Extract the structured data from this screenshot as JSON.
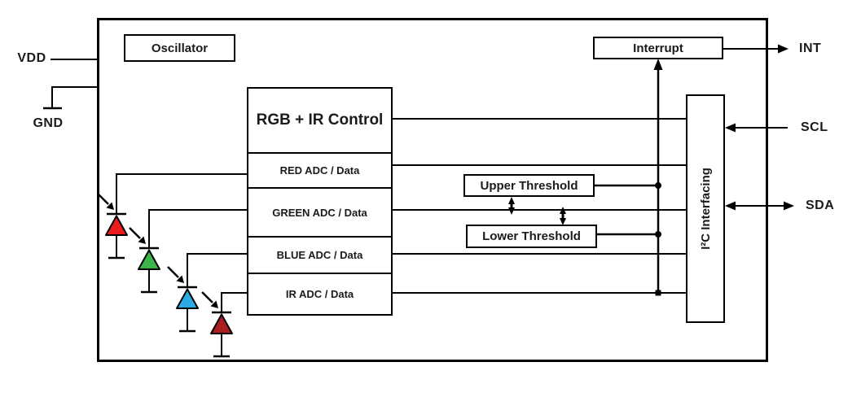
{
  "diagram": {
    "pins": {
      "vdd": "VDD",
      "gnd": "GND",
      "int": "INT",
      "scl": "SCL",
      "sda": "SDA"
    },
    "blocks": {
      "oscillator": "Oscillator",
      "control": "RGB + IR Control",
      "adc_rows": [
        "RED ADC / Data",
        "GREEN ADC / Data",
        "BLUE ADC / Data",
        "IR ADC / Data"
      ],
      "upper_threshold": "Upper Threshold",
      "lower_threshold": "Lower Threshold",
      "interrupt": "Interrupt",
      "i2c": "I²C Interfacing"
    },
    "photodiodes": [
      {
        "name": "red-photodiode",
        "color": "#ed1c1c"
      },
      {
        "name": "green-photodiode",
        "color": "#3bb44a"
      },
      {
        "name": "blue-photodiode",
        "color": "#2babe3"
      },
      {
        "name": "ir-photodiode",
        "color": "#aa1e20"
      }
    ],
    "colors": {
      "wire": "#000000",
      "text": "#1b1b1b"
    }
  }
}
